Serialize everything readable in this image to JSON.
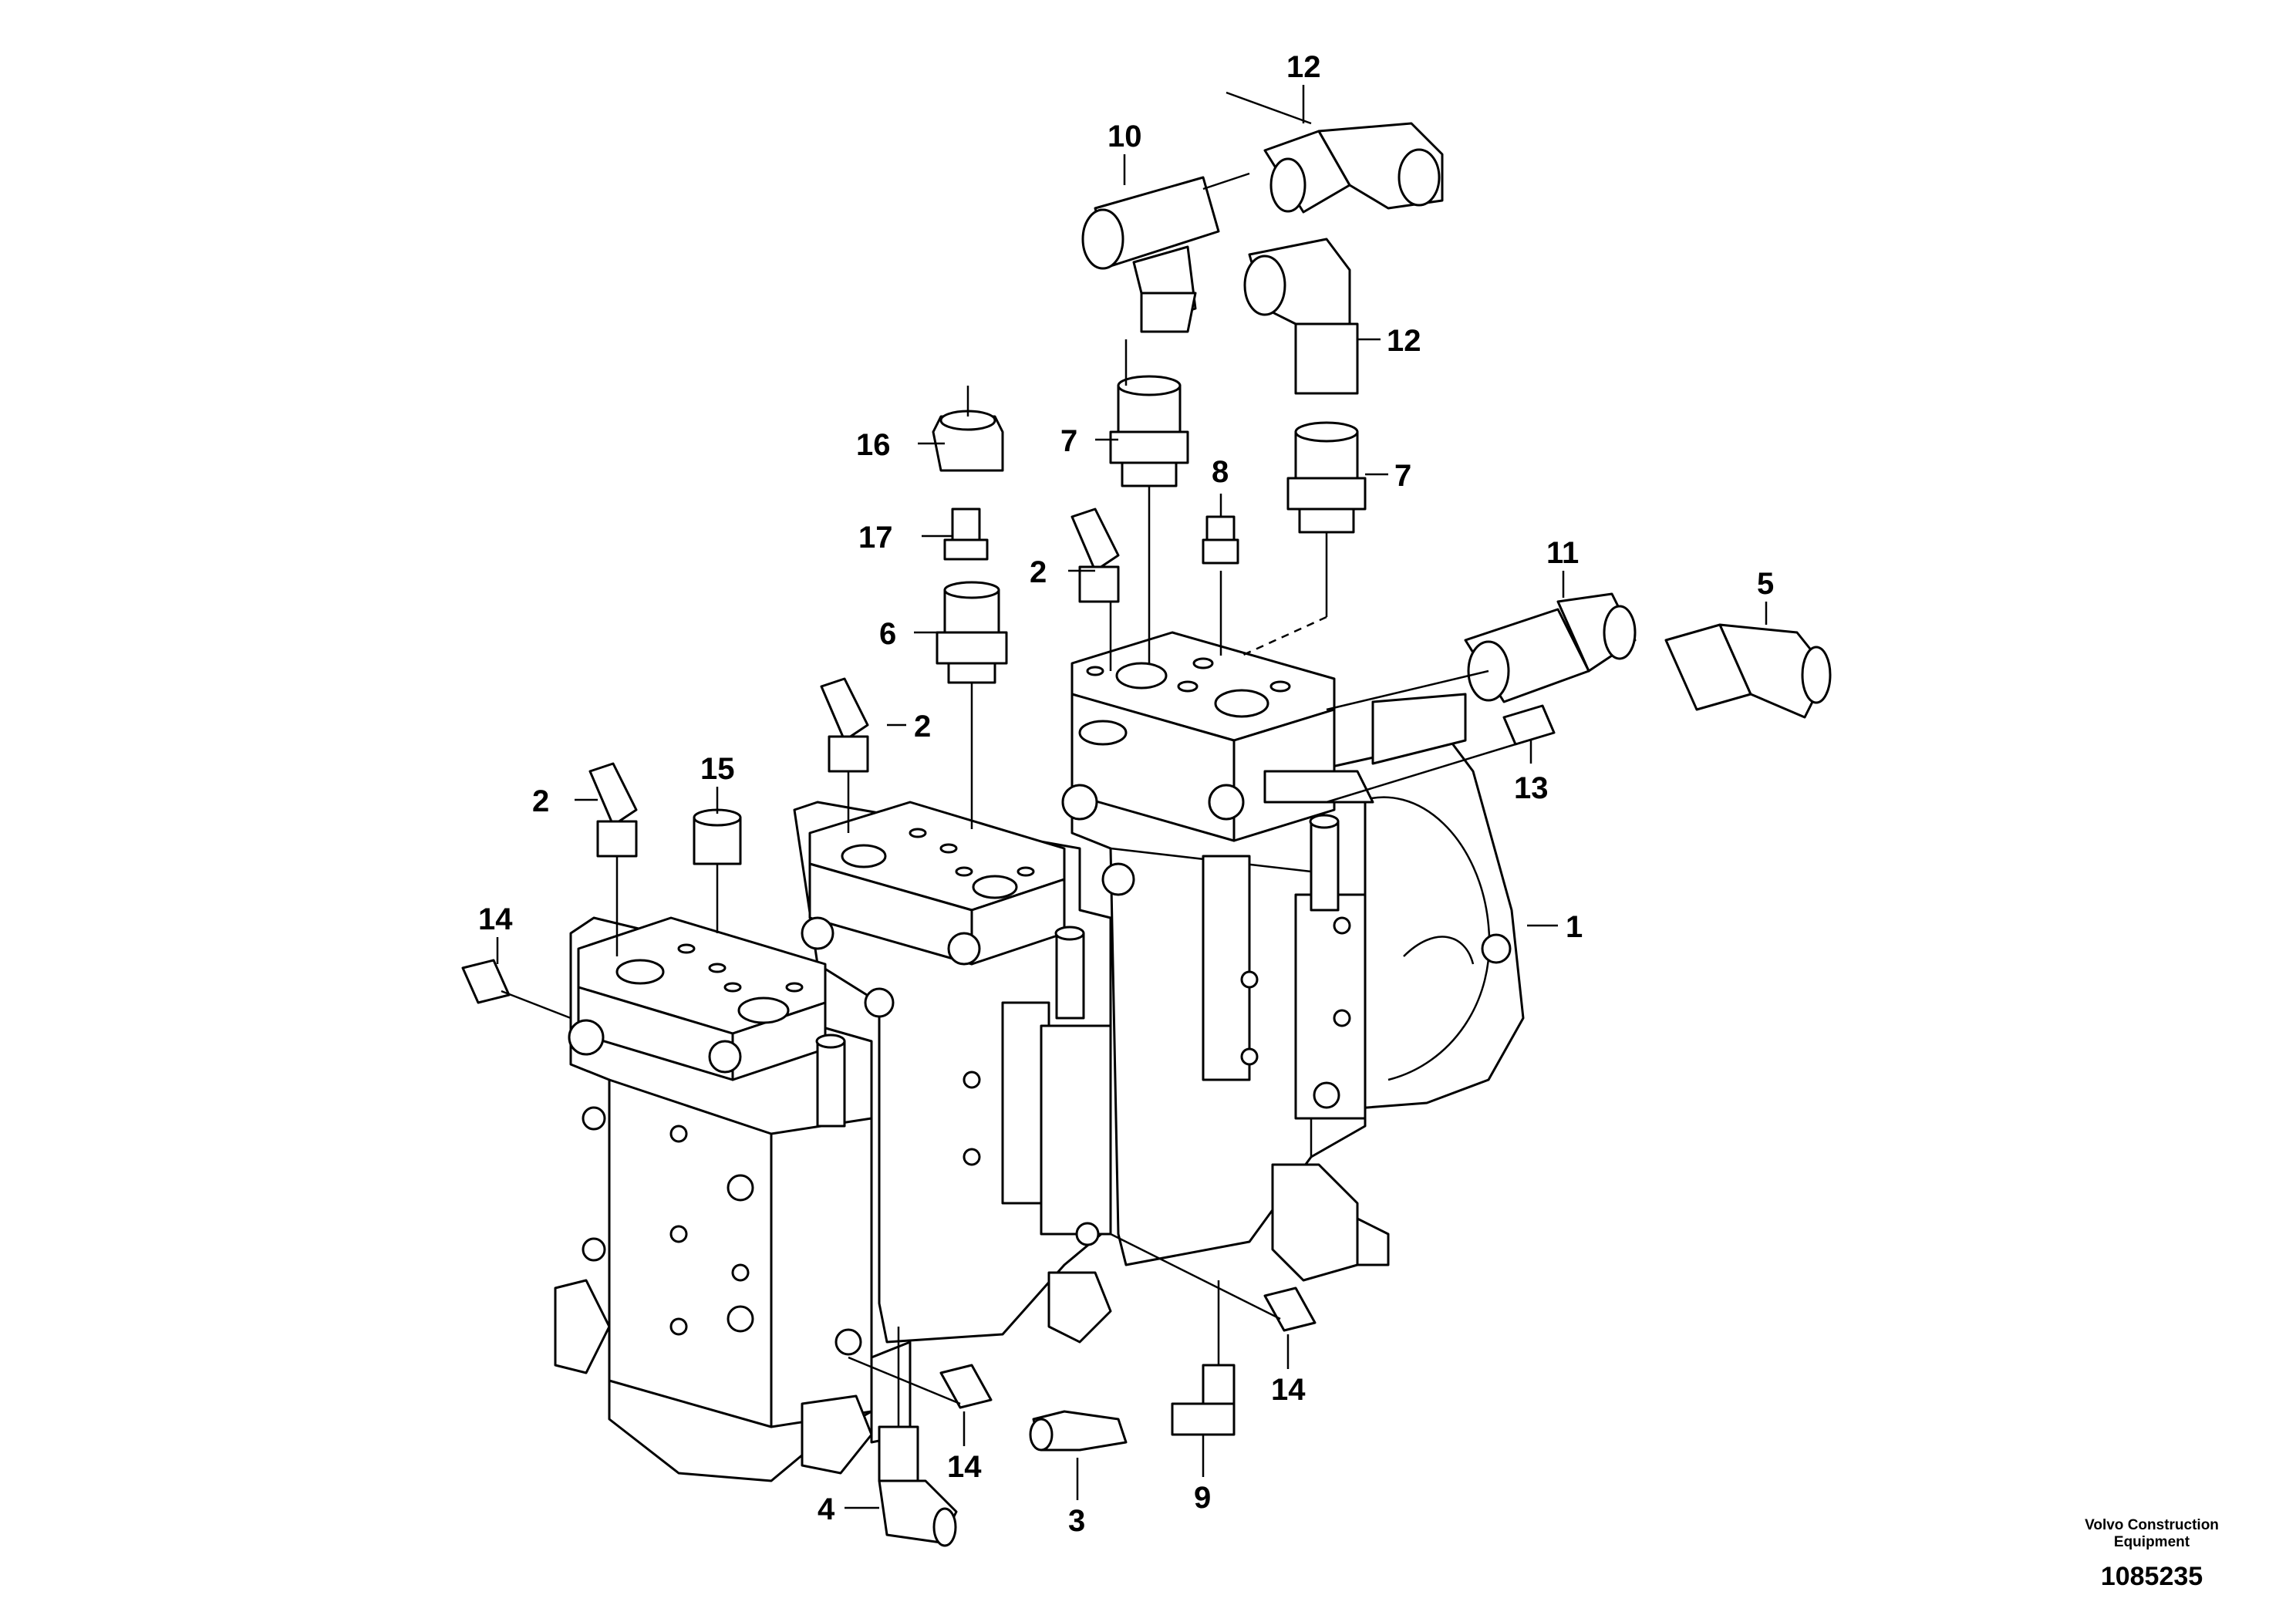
{
  "callouts": {
    "c1": "1",
    "c2a": "2",
    "c2b": "2",
    "c2c": "2",
    "c3": "3",
    "c4": "4",
    "c5": "5",
    "c6": "6",
    "c7a": "7",
    "c7b": "7",
    "c8": "8",
    "c9": "9",
    "c10": "10",
    "c11": "11",
    "c12a": "12",
    "c12b": "12",
    "c13": "13",
    "c14a": "14",
    "c14b": "14",
    "c14c": "14",
    "c15": "15",
    "c16": "16",
    "c17": "17"
  },
  "footer": {
    "brand_line1": "Volvo Construction",
    "brand_line2": "Equipment",
    "doc_number": "1085235"
  }
}
